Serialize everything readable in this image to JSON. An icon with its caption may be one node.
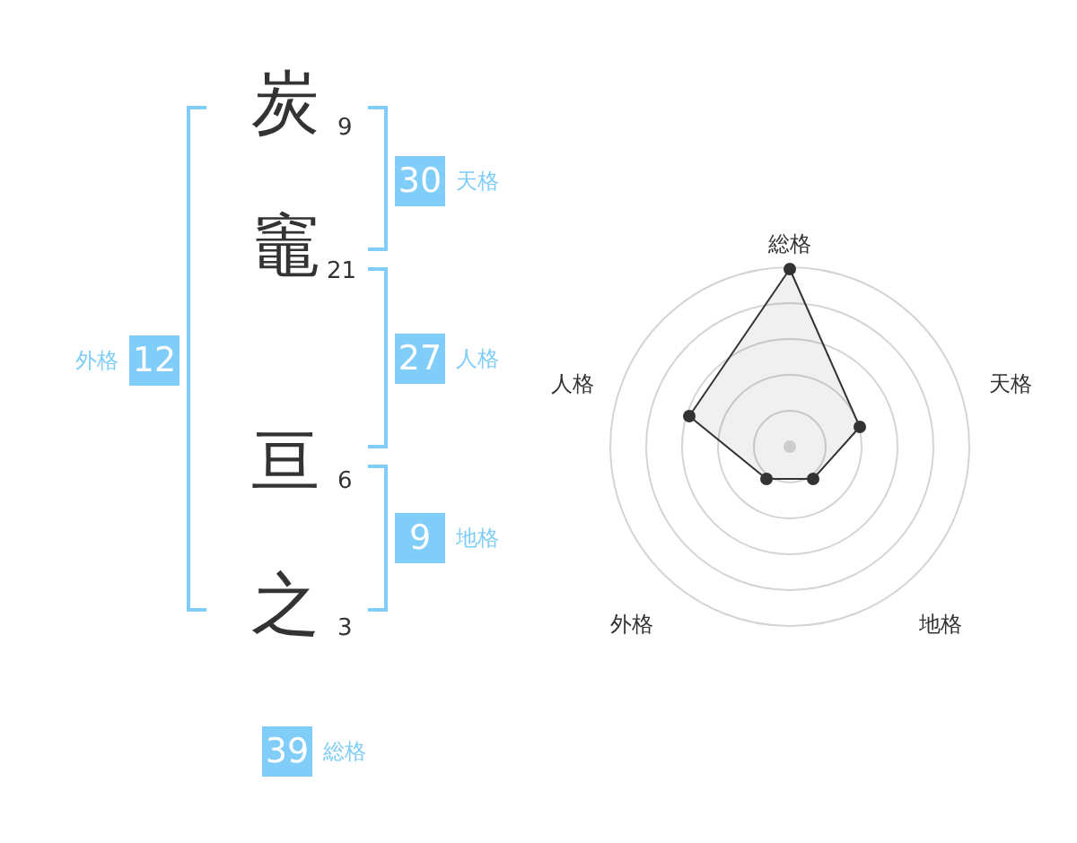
{
  "diagram": {
    "nodes": [
      {
        "text": [
          "30",
          "天格"
        ]
      },
      {
        "text": [
          "外格",
          "12"
        ]
      },
      {
        "text": [
          "27",
          "人格"
        ]
      },
      {
        "text": [
          "9",
          "地格"
        ]
      },
      {
        "text": [
          "39",
          "総格"
        ]
      }
    ],
    "labels": [
      "炭",
      "9",
      "竈",
      "21",
      "亘",
      "6",
      "之",
      "3",
      "総格",
      "人格",
      "天格",
      "外格",
      "地格"
    ]
  }
}
